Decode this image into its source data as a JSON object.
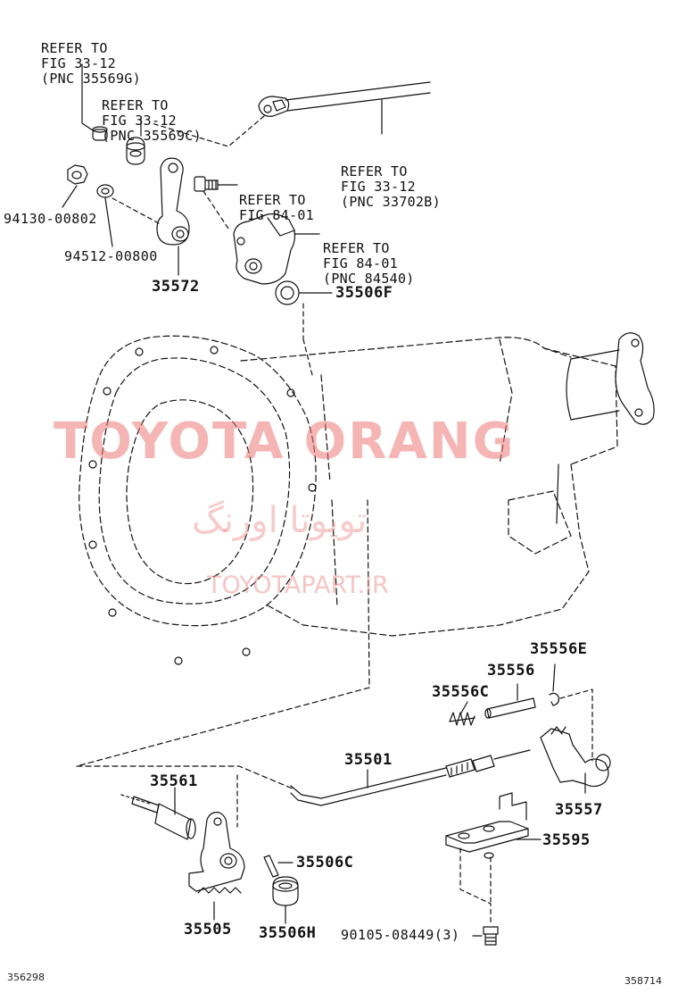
{
  "refs": {
    "r1": [
      "REFER TO",
      "FIG 33-12",
      "(PNC 35569G)"
    ],
    "r2": [
      "REFER TO",
      "FIG 33-12",
      "(PNC 35569C)"
    ],
    "r3": [
      "REFER TO",
      "FIG 33-12",
      "(PNC 33702B)"
    ],
    "r4": [
      "REFER TO",
      "FIG 84-01"
    ],
    "r5": [
      "REFER TO",
      "FIG 84-01",
      "(PNC 84540)"
    ]
  },
  "parts": {
    "p94130": "94130-00802",
    "p94512": "94512-00800",
    "p35572": "35572",
    "p35506F": "35506F",
    "p35556E": "35556E",
    "p35556": "35556",
    "p35556C": "35556C",
    "p35501": "35501",
    "p35557": "35557",
    "p35561": "35561",
    "p35595": "35595",
    "p35506C": "35506C",
    "p35505": "35505",
    "p35506H": "35506H",
    "p90105": "90105-08449(3)"
  },
  "footer": {
    "left": "356298",
    "right": "358714"
  },
  "watermark": {
    "brand": "TOYOTA ORANG",
    "persian": "تویوتا اورنگ",
    "site": "TOYOTAPART.IR"
  },
  "colors": {
    "line": "#111111",
    "watermark": "#ec7878"
  }
}
